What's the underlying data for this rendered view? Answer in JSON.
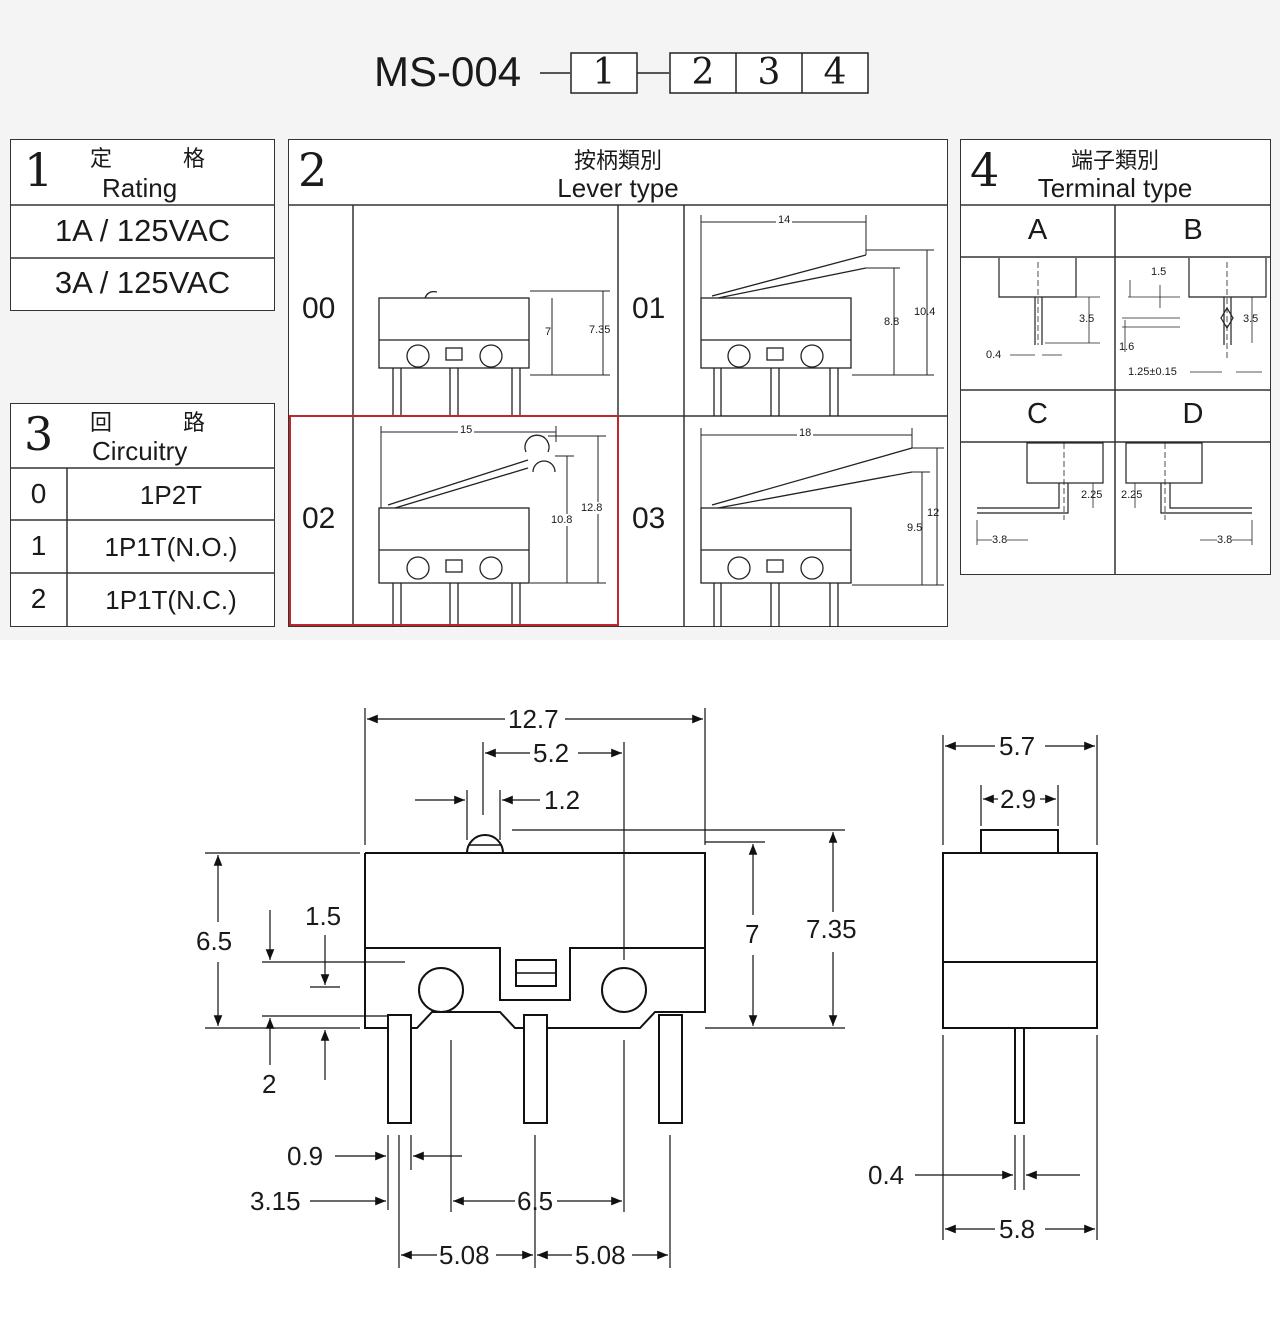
{
  "header": {
    "model": "MS-004",
    "codes": [
      "1",
      "2",
      "3",
      "4"
    ]
  },
  "rating": {
    "num": "1",
    "title_cn": "定 格",
    "title_en": "Rating",
    "rows": [
      "1A / 125VAC",
      "3A / 125VAC"
    ]
  },
  "circuitry": {
    "num": "3",
    "title_cn": "回 路",
    "title_en": "Circuitry",
    "rows": [
      {
        "code": "0",
        "label": "1P2T"
      },
      {
        "code": "1",
        "label": "1P1T(N.O.)"
      },
      {
        "code": "2",
        "label": "1P1T(N.C.)"
      }
    ]
  },
  "lever": {
    "num": "2",
    "title_cn": "按柄類別",
    "title_en": "Lever type",
    "options": [
      {
        "code": "00",
        "dims": [
          "7",
          "7.35"
        ]
      },
      {
        "code": "01",
        "dims": [
          "14",
          "8.8",
          "10.4"
        ]
      },
      {
        "code": "02",
        "dims": [
          "15",
          "10.8",
          "12.8"
        ],
        "highlighted": true
      },
      {
        "code": "03",
        "dims": [
          "18",
          "9.5",
          "12"
        ]
      }
    ]
  },
  "terminal": {
    "num": "4",
    "title_cn": "端子類別",
    "title_en": "Terminal type",
    "types": [
      {
        "code": "A",
        "dims": [
          "3.5",
          "0.4"
        ]
      },
      {
        "code": "B",
        "dims": [
          "1.5",
          "3.5",
          "1.6",
          "1.25±0.15"
        ]
      },
      {
        "code": "C",
        "dims": [
          "2.25",
          "3.8"
        ]
      },
      {
        "code": "D",
        "dims": [
          "2.25",
          "3.8"
        ]
      }
    ]
  },
  "drawing": {
    "front": [
      "12.7",
      "5.2",
      "1.2",
      "6.5",
      "1.5",
      "7",
      "7.35",
      "2",
      "0.9",
      "3.15",
      "6.5",
      "5.08",
      "5.08"
    ],
    "side": [
      "5.7",
      "2.9",
      "0.4",
      "5.8"
    ]
  },
  "colors": {
    "highlight": "#c0272d",
    "line": "#222222",
    "band": "#f4f4f4"
  }
}
